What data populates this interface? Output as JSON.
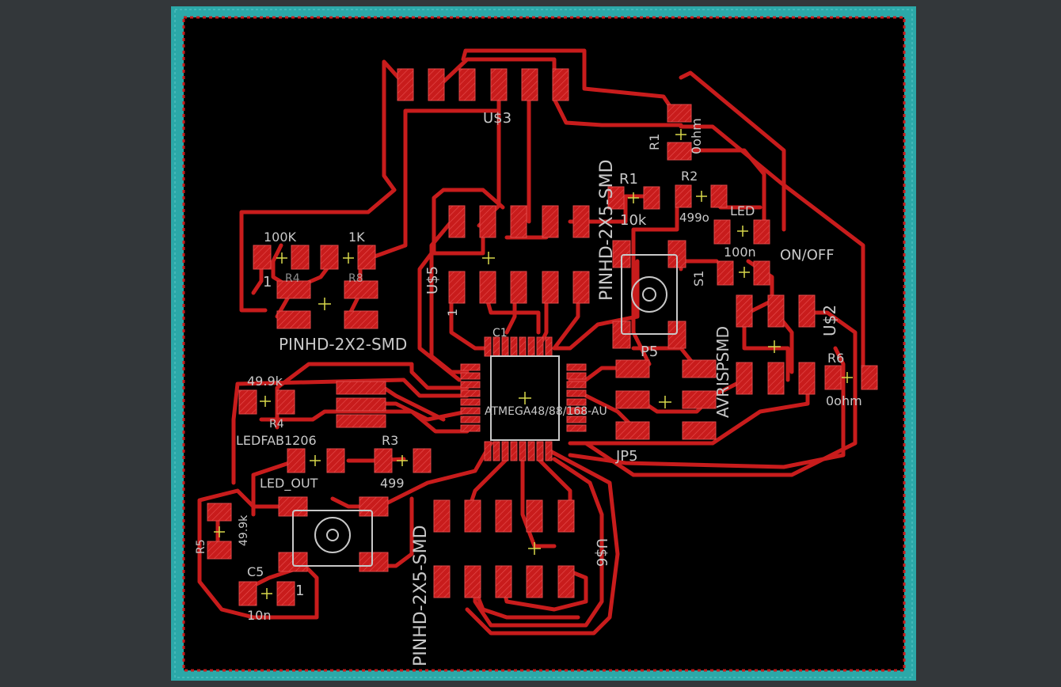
{
  "app": {
    "name": "PCB board editor"
  },
  "colors": {
    "background": "#33373a",
    "board_edge": "#2ba8a8",
    "board_fill": "#000000",
    "copper": "#c81c1c",
    "silkscreen": "#c8c8c8",
    "origin_cross": "#d8d84a"
  },
  "labels": {
    "us3": "U$3",
    "r1_top": "R1",
    "r2": "R2",
    "r1_top_val": "0ohm",
    "r1": "R1",
    "r1_val": "10k",
    "r2_val": "499o",
    "led": "LED",
    "c100n": "100n",
    "on_off": "ON/OFF",
    "hdr_2x5_top": "PINHD-2X5-SMD",
    "s1": "S1",
    "jp5_mid": "P5",
    "avrisp": "AVRISPSMD",
    "us2": "U$2",
    "r6": "R6",
    "r6_val": "0ohm",
    "r_100k": "100K",
    "r_1k": "1K",
    "r4_lbl": "R4",
    "r8_lbl": "R8",
    "hdr_2x2": "PINHD-2X2-SMD",
    "us5": "U$5",
    "c1": "C1",
    "atmega": "ATMEGA48/88/168-AU",
    "jp5": "JP5",
    "r_49k9": "49.9k",
    "r4b": "R4",
    "ledfab": "LEDFAB1206",
    "r3": "R3",
    "led_out": "LED_OUT",
    "r3_val": "499",
    "r5": "R5",
    "r5_val": "49.9k",
    "c5": "C5",
    "c5_num": "1",
    "c5_val": "10n",
    "hdr_2x5_bot": "PINHD-2X5-SMD",
    "us6": "U$6",
    "num_1a": "1",
    "num_1b": "1"
  }
}
